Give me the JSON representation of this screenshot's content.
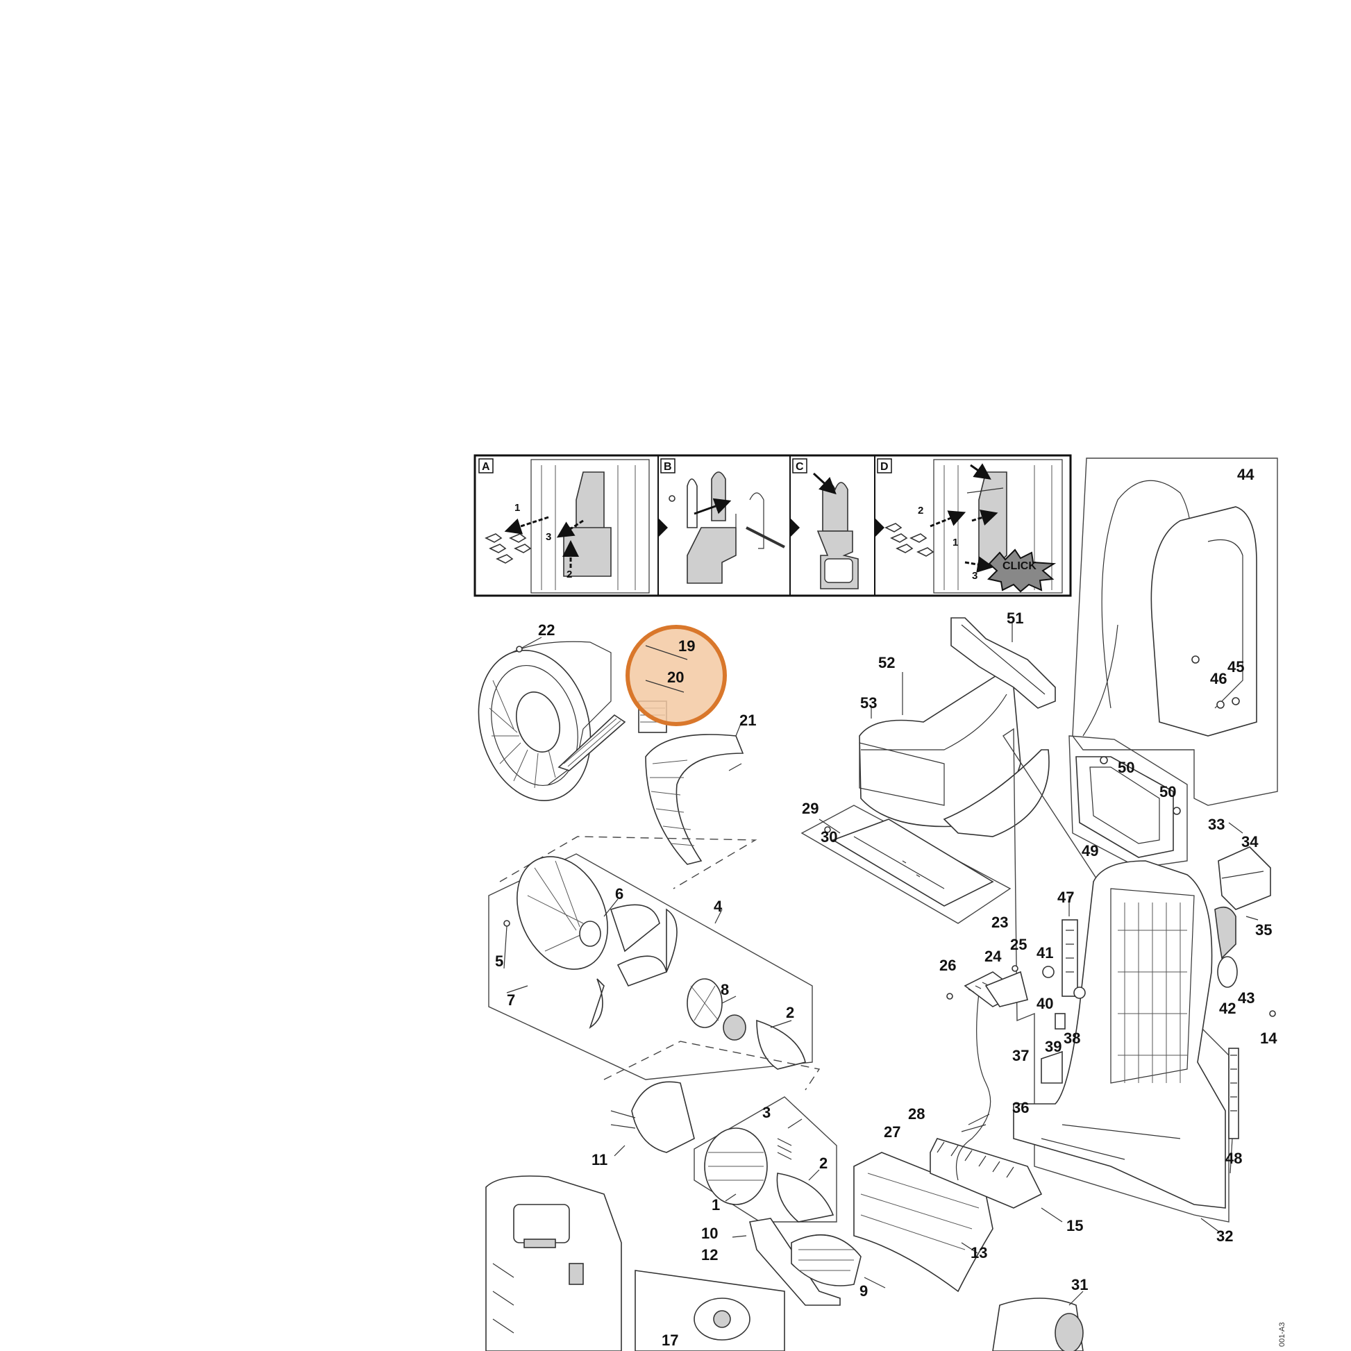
{
  "diagram": {
    "inset_panels": [
      {
        "letter": "A",
        "steps": [
          "1",
          "3",
          "2"
        ]
      },
      {
        "letter": "B",
        "steps": []
      },
      {
        "letter": "C",
        "steps": []
      },
      {
        "letter": "D",
        "steps": [
          "2",
          "1",
          "3"
        ]
      }
    ],
    "click_label": "CLICK",
    "highlight": {
      "color": "#d9772b",
      "fill": "#f3c9a2",
      "labels": [
        "19",
        "20"
      ]
    },
    "part_numbers": [
      "22",
      "21",
      "6",
      "4",
      "5",
      "7",
      "8",
      "2",
      "11",
      "3",
      "2",
      "1",
      "10",
      "12",
      "9",
      "17",
      "13",
      "15",
      "31",
      "27",
      "28",
      "26",
      "23",
      "24",
      "25",
      "29",
      "30",
      "52",
      "53",
      "51",
      "44",
      "45",
      "46",
      "50",
      "50",
      "49",
      "33",
      "34",
      "35",
      "47",
      "41",
      "40",
      "39",
      "38",
      "37",
      "36",
      "42",
      "43",
      "14",
      "48",
      "32"
    ],
    "corner_code": "001-A3"
  }
}
